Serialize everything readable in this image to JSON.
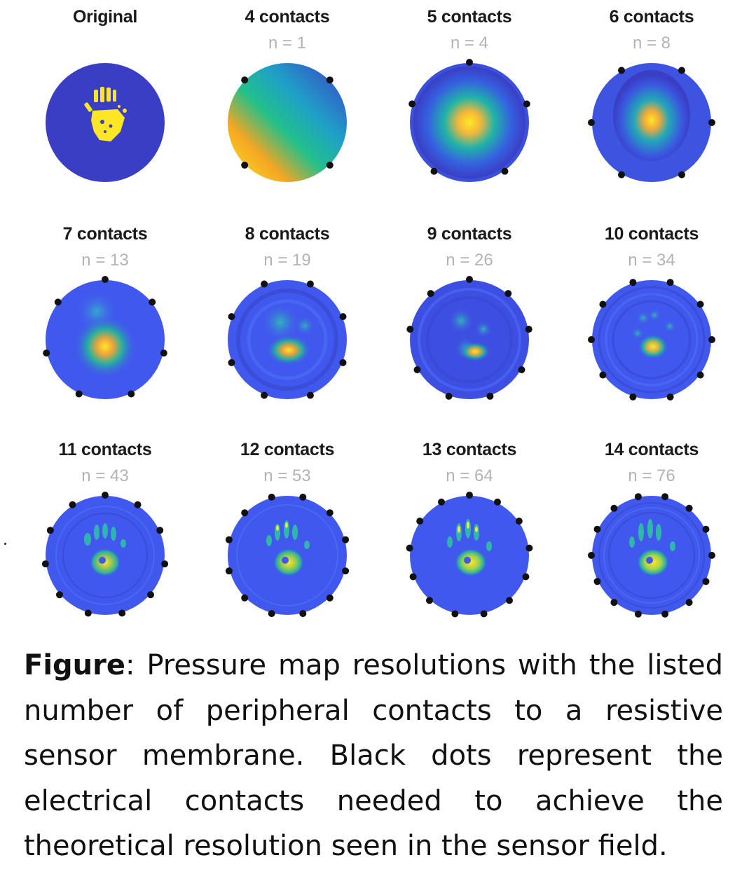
{
  "figure": {
    "panels": [
      {
        "title": "Original",
        "n_label": ""
      },
      {
        "title": "4 contacts",
        "n_label": "n = 1"
      },
      {
        "title": "5 contacts",
        "n_label": "n = 4"
      },
      {
        "title": "6 contacts",
        "n_label": "n = 8"
      },
      {
        "title": "7 contacts",
        "n_label": "n = 13"
      },
      {
        "title": "8 contacts",
        "n_label": "n = 19"
      },
      {
        "title": "9 contacts",
        "n_label": "n = 26"
      },
      {
        "title": "10 contacts",
        "n_label": "n = 34"
      },
      {
        "title": "11 contacts",
        "n_label": "n = 43"
      },
      {
        "title": "12 contacts",
        "n_label": "n = 53"
      },
      {
        "title": "13 contacts",
        "n_label": "n = 64"
      },
      {
        "title": "14 contacts",
        "n_label": "n = 76"
      }
    ],
    "contacts": [
      0,
      4,
      5,
      6,
      7,
      8,
      9,
      10,
      11,
      12,
      13,
      14
    ],
    "colors": {
      "background": "#3a3ec4",
      "field": "#4158ee",
      "highlight": "#fde725",
      "mid": "#21b7a0",
      "dot": "#111111"
    }
  },
  "caption": {
    "label": "Figure",
    "text": ": Pressure map resolutions with the listed number of peripheral contacts to a resistive sensor membrane. Black dots represent the electrical contacts needed to achieve the theoretical resolution seen in the sensor field."
  }
}
